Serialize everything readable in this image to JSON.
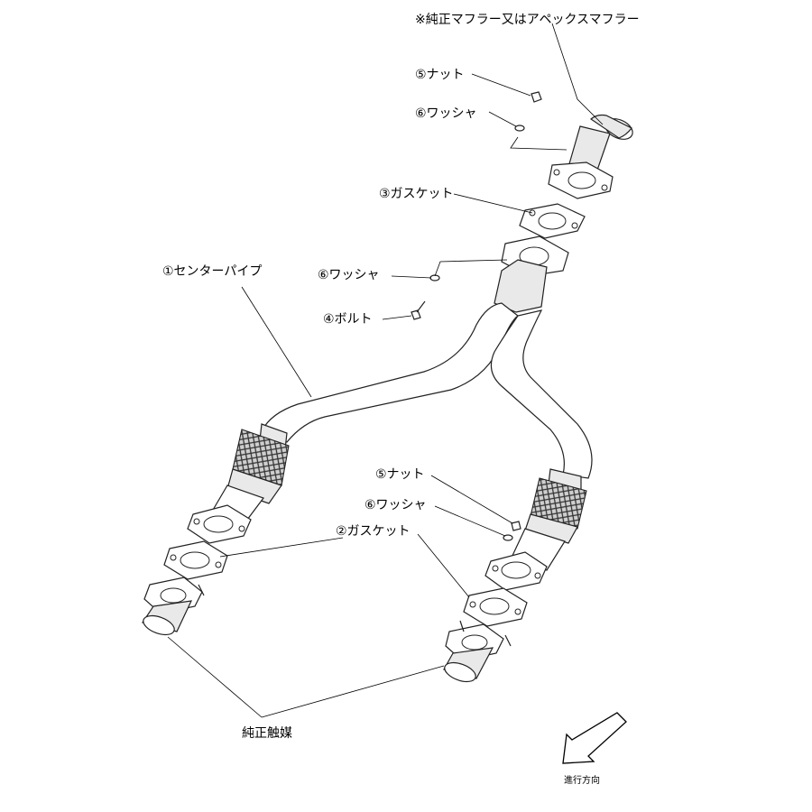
{
  "labels": {
    "muffler": "※純正マフラー又はアペックスマフラー",
    "nut_top": "⑤ナット",
    "washer_top": "⑥ワッシャ",
    "gasket_top": "③ガスケット",
    "center_pipe": "①センターパイプ",
    "washer_mid": "⑥ワッシャ",
    "bolt": "④ボルト",
    "nut_right": "⑤ナット",
    "washer_right": "⑥ワッシャ",
    "gasket_low": "②ガスケット",
    "catalyst": "純正触媒",
    "direction": "進行方向"
  }
}
